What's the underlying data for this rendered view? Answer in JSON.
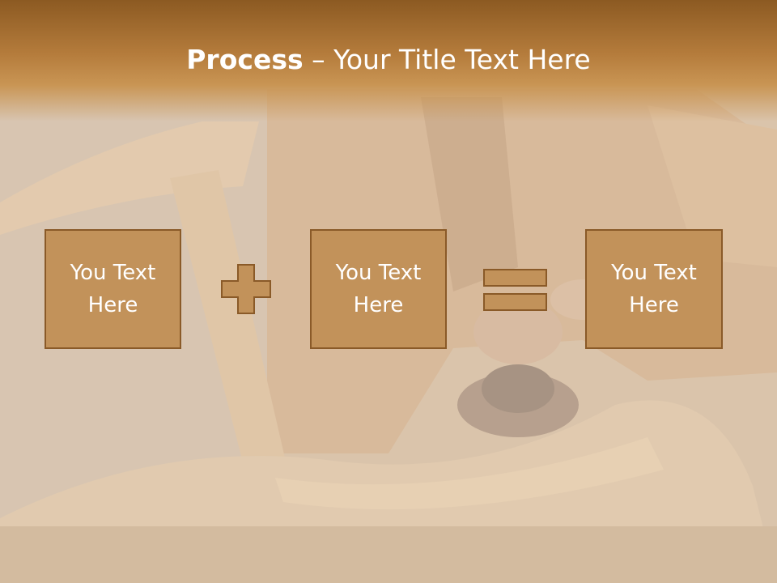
{
  "title": {
    "bold": "Process",
    "rest": " – Your Title Text Here"
  },
  "steps": [
    {
      "label": "You Text Here"
    },
    {
      "label": "You Text Here"
    },
    {
      "label": "You Text Here"
    }
  ],
  "operators": [
    "plus-icon",
    "equals-icon"
  ],
  "colors": {
    "accent": "#c2925a",
    "border": "#8a5a28",
    "title_bar": "#b57c3c",
    "text": "#ffffff"
  }
}
